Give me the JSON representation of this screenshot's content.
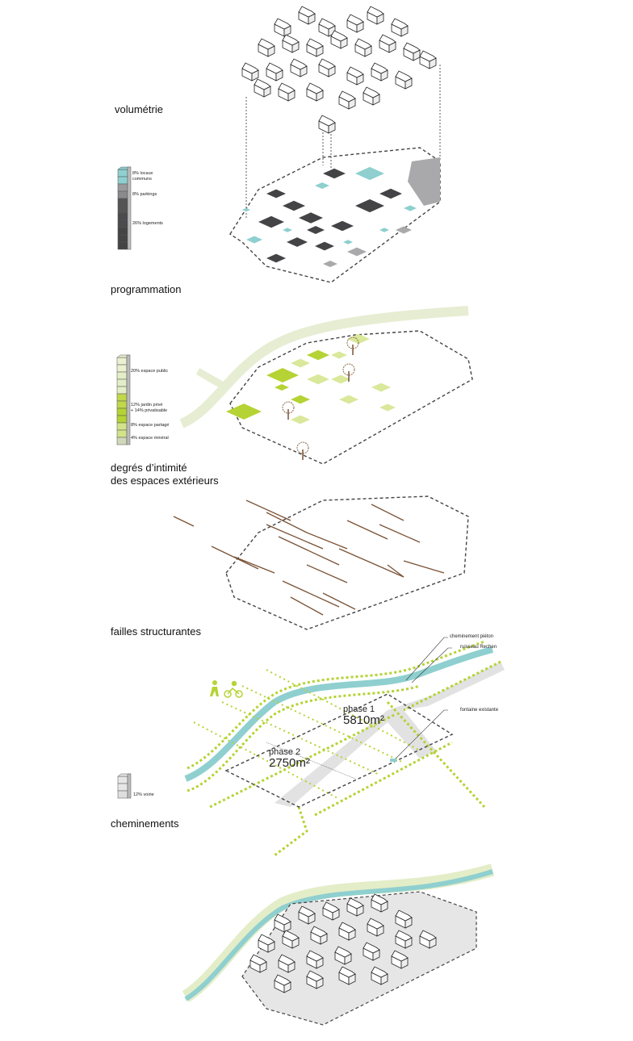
{
  "sections": {
    "volumetrie": "volumétrie",
    "programmation": "programmation",
    "intimite_line1": "degrés d’intimité",
    "intimite_line2": "des espaces extérieurs",
    "failles": "failles structurantes",
    "cheminements": "cheminements"
  },
  "legend_programmation": {
    "locaux_line1": "8% locaux",
    "locaux_line2": "communs",
    "parkings": "8% parkings",
    "logements": "26% logements"
  },
  "legend_intimite": {
    "public": "20% espace public",
    "jardin_line1": "12% jardin privé",
    "jardin_line2": "+ 14% privatisable",
    "partage": "8% espace partagé",
    "mineral": "4% espace minéral"
  },
  "legend_cheminements": {
    "voirie": "12% voirie"
  },
  "parking_label": "P",
  "annotations": {
    "pieton": "cheminement piéton",
    "ruisseau": "ruisseau Rechen",
    "fontaine": "fontaine existante",
    "phase1_label": "phase 1",
    "phase1_area": "5810m²",
    "phase2_label": "phase 2",
    "phase2_area": "2750m²"
  },
  "colors": {
    "teal": "#8fcfcf",
    "dark": "#444446",
    "grey": "#a9a9ab",
    "lime": "#b5d334",
    "pale_green": "#e3edc8",
    "brown": "#7a5236"
  }
}
